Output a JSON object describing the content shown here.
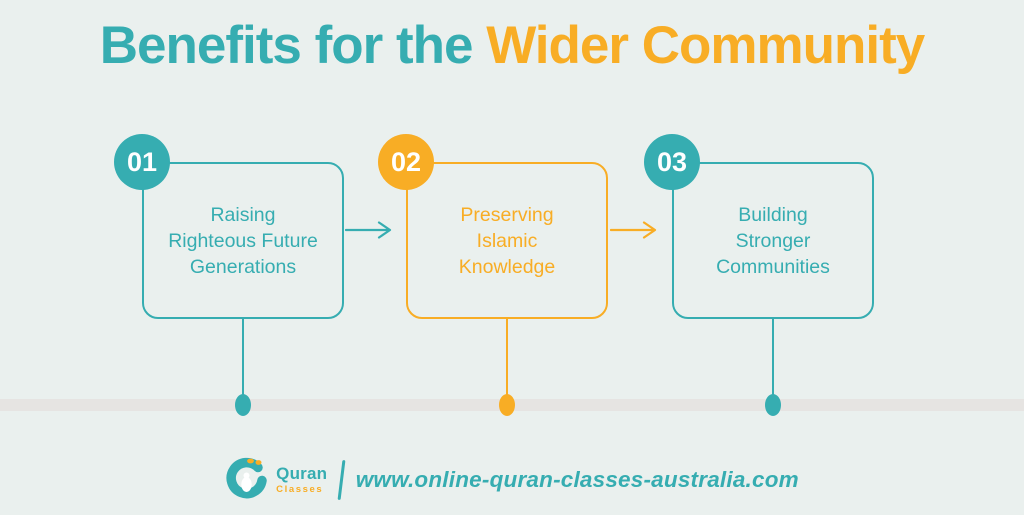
{
  "title": {
    "part_teal": "Benefits for the",
    "part_orange": "Wider Community"
  },
  "steps": [
    {
      "number": "01",
      "color": "teal",
      "lines": [
        "Raising",
        "Righteous Future",
        "Generations"
      ]
    },
    {
      "number": "02",
      "color": "orange",
      "lines": [
        "Preserving",
        "Islamic",
        "Knowledge"
      ]
    },
    {
      "number": "03",
      "color": "teal",
      "lines": [
        "Building",
        "Stronger",
        "Communities"
      ]
    }
  ],
  "arrows": [
    {
      "from_step": 0,
      "to_step": 1,
      "color": "teal"
    },
    {
      "from_step": 1,
      "to_step": 2,
      "color": "orange"
    }
  ],
  "footer": {
    "logo_name": "Quran",
    "logo_sub": "Classes",
    "website": "www.online-quran-classes-australia.com"
  },
  "colors": {
    "teal": "#36adb1",
    "orange": "#f8ad25",
    "background": "#eaf0ee",
    "timeline_band": "#e6e4e2",
    "badge_text": "#ffffff"
  }
}
